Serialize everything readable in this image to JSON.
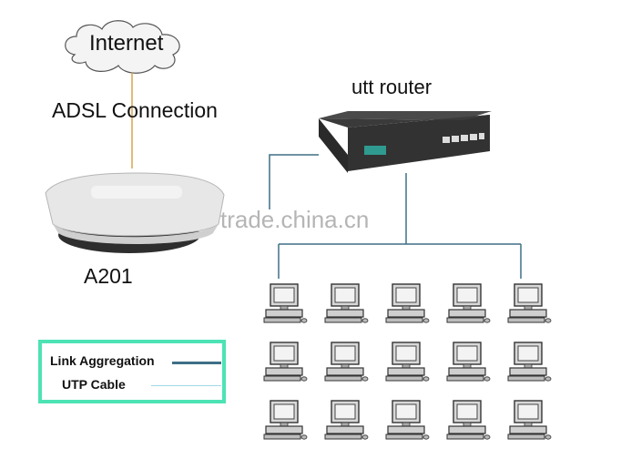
{
  "diagram": {
    "nodes": {
      "internet": "Internet",
      "connection": "ADSL Connection",
      "router": "utt router",
      "modem": "A201"
    },
    "watermark": "trade.china.cn",
    "legend": {
      "link_aggregation": "Link Aggregation",
      "utp_cable": "UTP Cable"
    },
    "colors": {
      "link_aggregation": "#3e6f86",
      "utp_cable": "#9fd8e6",
      "legend_border": "#4de3b4",
      "adsl_line": "#d9a54a"
    },
    "computers": {
      "rows": 3,
      "columns": 5
    }
  }
}
